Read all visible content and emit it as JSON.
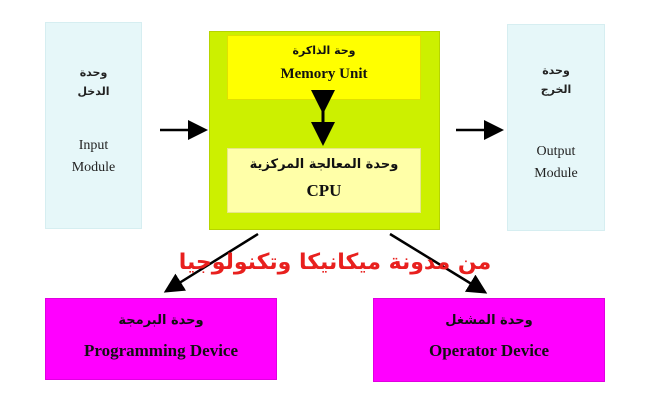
{
  "diagram": {
    "input_module": {
      "ar": "وحدة\nالدخل",
      "en": "Input\nModule"
    },
    "output_module": {
      "ar": "وحدة\nالخرج",
      "en": "Output\nModule"
    },
    "memory_unit": {
      "ar": "وحة الذاكرة",
      "en": "Memory Unit"
    },
    "cpu_unit": {
      "ar": "وحدة المعالجة المركزية",
      "en": "CPU"
    },
    "programming_device": {
      "ar": "وحدة البرمجة",
      "en": "Programming Device"
    },
    "operator_device": {
      "ar": "وحدة المشغل",
      "en": "Operator Device"
    },
    "watermark": "من مدونة ميكانيكا وتكنولوجيا"
  },
  "colors": {
    "module_bg": "#e6f7f9",
    "central_bg": "#ccf000",
    "memory_bg": "#ffff00",
    "cpu_bg": "#ffffa8",
    "device_bg": "#ff00ff",
    "watermark": "#e8201e",
    "arrow": "#000000"
  }
}
